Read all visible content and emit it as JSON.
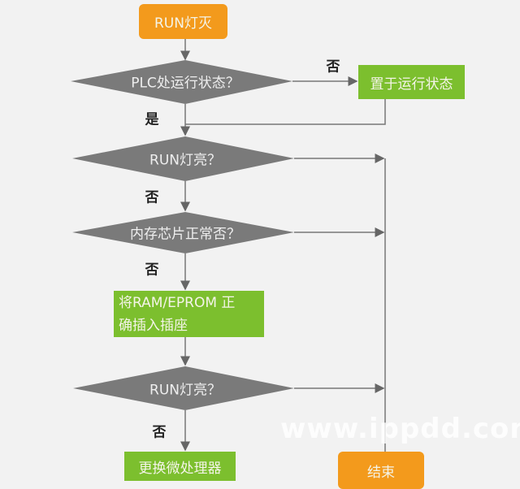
{
  "colors": {
    "start_end": "#f39a1c",
    "process": "#7cbf2e",
    "decision": "#7a7a7a",
    "line": "#777777"
  },
  "nodes": {
    "start": "RUN灯灭",
    "d1": "PLC处运行状态？",
    "p1": "置于运行状态",
    "d2": "RUN灯亮？",
    "d3": "内存芯片正常否？",
    "p2_line1": "将RAM/EPROM 正",
    "p2_line2": "确插入插座",
    "d4": "RUN灯亮？",
    "p3": "更换微处理器",
    "end": "结束"
  },
  "labels": {
    "d1_no": "否",
    "d1_yes": "是",
    "d2_no": "否",
    "d3_no": "否",
    "d4_no": "否"
  },
  "watermark": "www.ippdd.com"
}
